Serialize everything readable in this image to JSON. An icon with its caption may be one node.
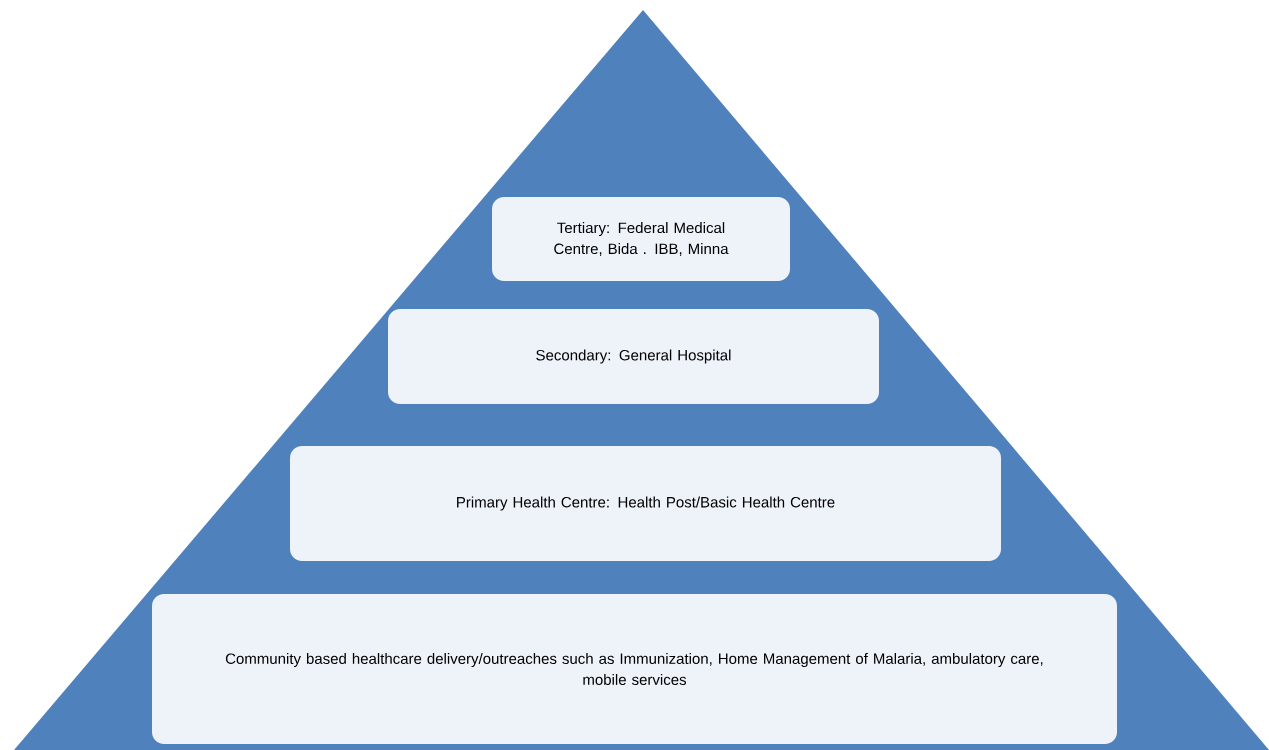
{
  "diagram": {
    "nodes": [
      {
        "text": [],
        "shape": "triangle"
      },
      {
        "text": [
          "Tertiary: Federal Medical Centre, Bida .  IBB, Minna"
        ],
        "in": 0
      },
      {
        "text": [
          "Secondary:  General Hospital"
        ],
        "in": 0
      },
      {
        "text": [
          "Primary Health Centre: Health Post/Basic Health Centre"
        ],
        "in": 0
      },
      {
        "text": [
          "Community based healthcare delivery/outreaches such as Immunization, Home Management of Malaria, ambulatory care, mobile services"
        ],
        "in": 0
      }
    ]
  }
}
